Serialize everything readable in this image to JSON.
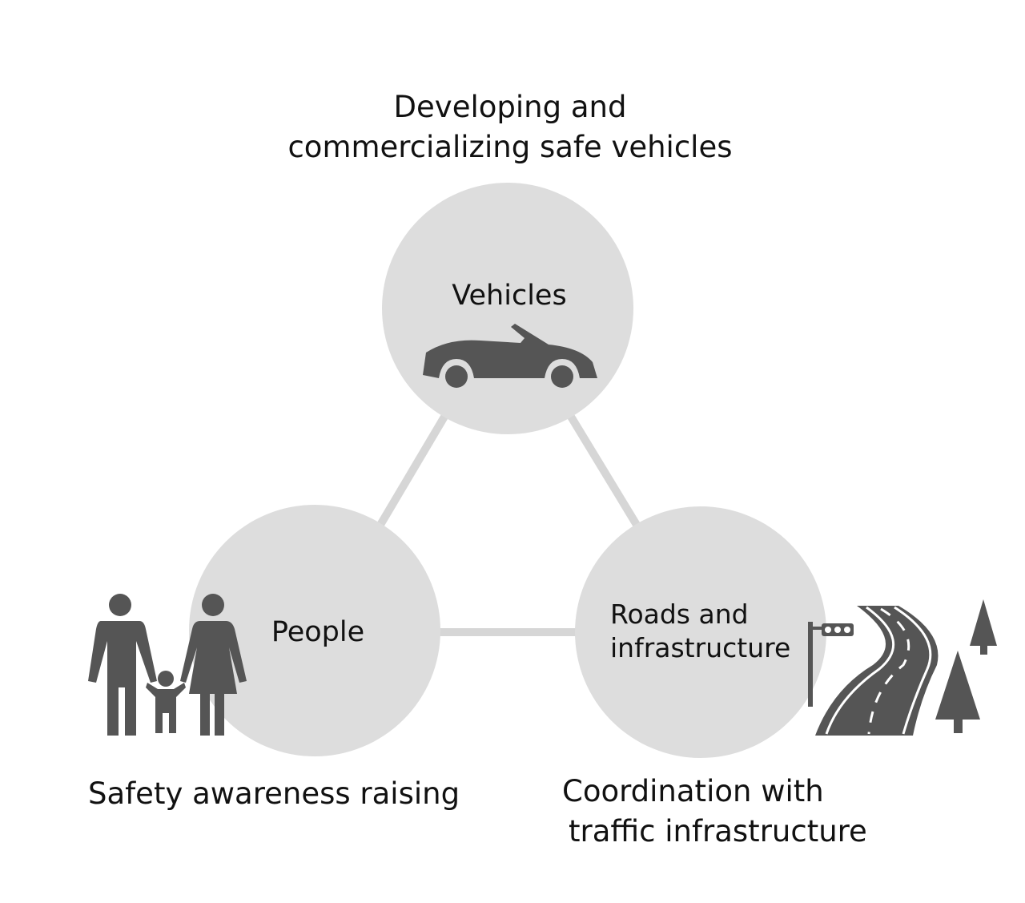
{
  "top_caption": [
    "Developing and",
    "commercializing safe vehicles"
  ],
  "nodes": {
    "vehicles": {
      "label": "Vehicles",
      "icon": "car-icon"
    },
    "people": {
      "label": "People",
      "icon": "family-icon"
    },
    "roads": {
      "label_lines": [
        "Roads and",
        "infrastructure"
      ],
      "icon": "road-icon"
    }
  },
  "left_caption": "Safety awareness raising",
  "right_caption": [
    "Coordination with",
    "traffic infrastructure"
  ],
  "colors": {
    "circle": "#dddddd",
    "connector": "#d6d6d6",
    "icon": "#555555"
  }
}
